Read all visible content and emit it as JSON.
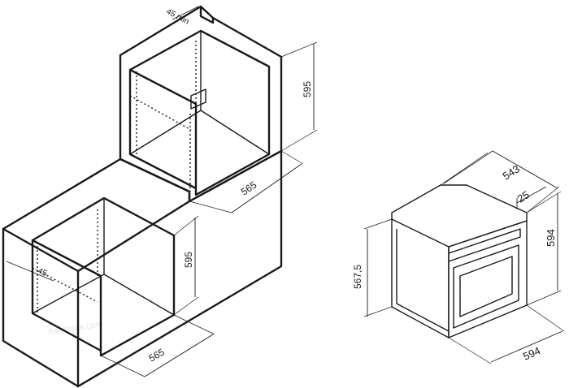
{
  "watermark": "italonova.com",
  "upper_cabinet": {
    "dim_min_label": "45 min",
    "dim_height": "595",
    "dim_depth": "565"
  },
  "lower_cabinet": {
    "dim_side": "45",
    "dim_height": "595",
    "dim_depth": "565"
  },
  "oven": {
    "dim_depth": "543",
    "dim_front": "25",
    "dim_height": "594",
    "dim_body_height": "567,5",
    "dim_width": "594"
  }
}
